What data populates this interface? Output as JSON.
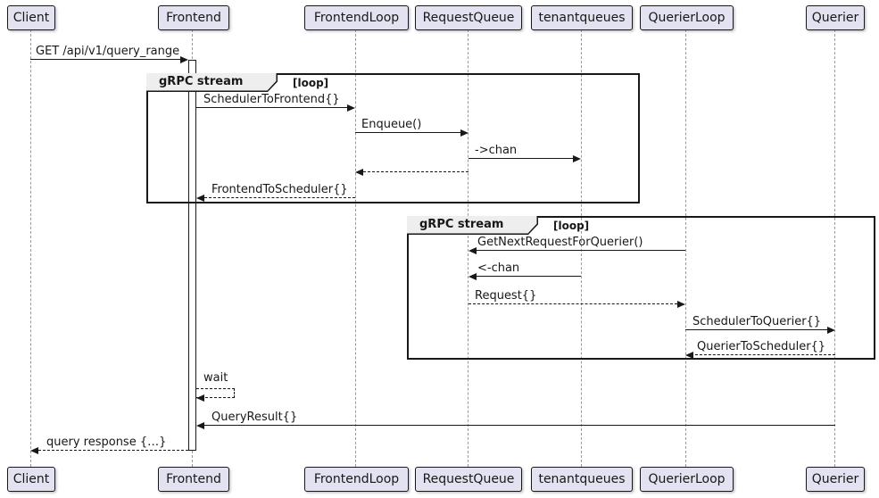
{
  "participants": [
    {
      "name": "Client"
    },
    {
      "name": "Frontend"
    },
    {
      "name": "FrontendLoop"
    },
    {
      "name": "RequestQueue"
    },
    {
      "name": "tenantqueues"
    },
    {
      "name": "QuerierLoop"
    },
    {
      "name": "Querier"
    }
  ],
  "fragments": [
    {
      "title": "gRPC stream",
      "condition": "[loop]"
    },
    {
      "title": "gRPC stream",
      "condition": "[loop]"
    }
  ],
  "messages": [
    {
      "label": "GET /api/v1/query_range",
      "from": "Client",
      "to": "Frontend",
      "style": "solid"
    },
    {
      "label": "SchedulerToFrontend{}",
      "from": "Frontend",
      "to": "FrontendLoop",
      "style": "solid"
    },
    {
      "label": "Enqueue()",
      "from": "FrontendLoop",
      "to": "RequestQueue",
      "style": "solid"
    },
    {
      "label": "->chan",
      "from": "RequestQueue",
      "to": "tenantqueues",
      "style": "solid"
    },
    {
      "label": "",
      "from": "RequestQueue",
      "to": "FrontendLoop",
      "style": "dashed"
    },
    {
      "label": "FrontendToScheduler{}",
      "from": "FrontendLoop",
      "to": "Frontend",
      "style": "dashed"
    },
    {
      "label": "GetNextRequestForQuerier()",
      "from": "QuerierLoop",
      "to": "RequestQueue",
      "style": "solid"
    },
    {
      "label": "<-chan",
      "from": "tenantqueues",
      "to": "RequestQueue",
      "style": "solid"
    },
    {
      "label": "Request{}",
      "from": "RequestQueue",
      "to": "QuerierLoop",
      "style": "dashed"
    },
    {
      "label": "SchedulerToQuerier{}",
      "from": "QuerierLoop",
      "to": "Querier",
      "style": "solid"
    },
    {
      "label": "QuerierToScheduler{}",
      "from": "Querier",
      "to": "QuerierLoop",
      "style": "dashed"
    },
    {
      "label": "wait",
      "from": "Frontend",
      "to": "Frontend",
      "style": "dashed"
    },
    {
      "label": "QueryResult{}",
      "from": "Querier",
      "to": "Frontend",
      "style": "solid"
    },
    {
      "label": "query response {…}",
      "from": "Frontend",
      "to": "Client",
      "style": "dashed"
    }
  ],
  "colors": {
    "participant_fill": "#E2E2F0",
    "border": "#181818",
    "fragment_header_fill": "#EEEEEE",
    "lifeline": "#999999",
    "background": "#FFFFFF"
  }
}
